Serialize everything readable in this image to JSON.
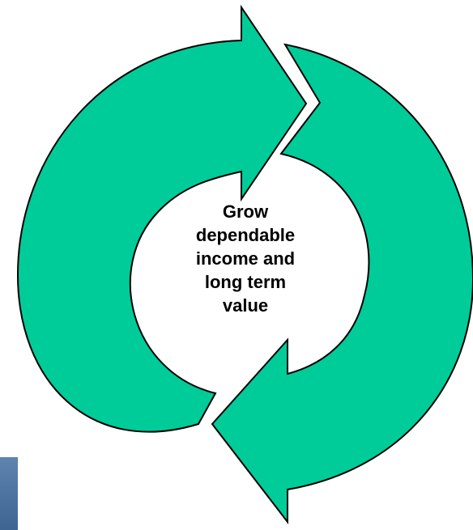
{
  "diagram": {
    "center_label_lines": [
      "Grow",
      "dependable",
      "income and",
      "long term",
      "value"
    ],
    "colors": {
      "arrow_fill": "#00cc99",
      "arrow_stroke": "#000000",
      "center_fill": "#ffffff",
      "side_strip": "#4f76a3"
    }
  }
}
